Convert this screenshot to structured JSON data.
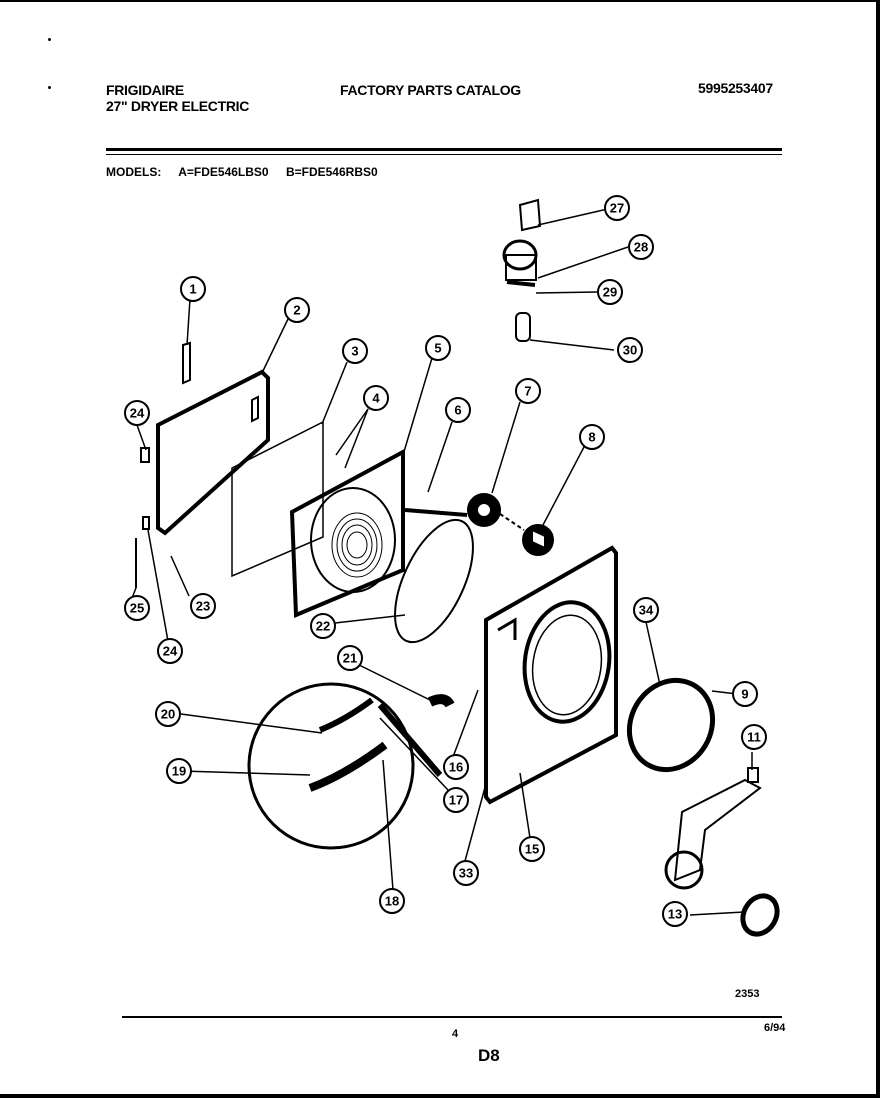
{
  "header": {
    "brand": "FRIGIDAIRE",
    "product": "27\" DRYER ELECTRIC",
    "catalog": "FACTORY PARTS CATALOG",
    "part_number": "5995253407"
  },
  "models": {
    "label": "MODELS:",
    "model_a": "A=FDE546LBS0",
    "model_b": "B=FDE546RBS0"
  },
  "callouts": [
    "1",
    "2",
    "3",
    "4",
    "5",
    "6",
    "7",
    "8",
    "9",
    "11",
    "13",
    "15",
    "16",
    "17",
    "18",
    "19",
    "20",
    "21",
    "22",
    "23",
    "24",
    "24",
    "25",
    "27",
    "28",
    "29",
    "30",
    "33",
    "34"
  ],
  "footer": {
    "code": "2353",
    "page": "4",
    "date": "6/94",
    "sheet": "D8"
  }
}
